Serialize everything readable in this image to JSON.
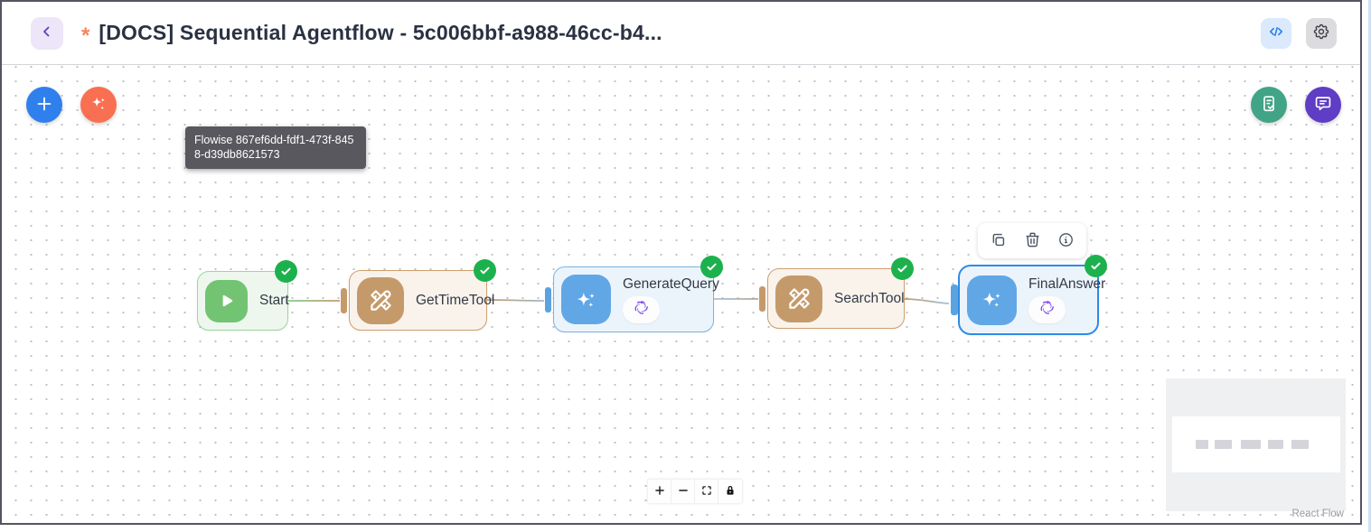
{
  "header": {
    "back_icon": "chevron-left",
    "dirty_marker": "*",
    "title": "[DOCS] Sequential Agentflow - 5c006bbf-a988-46cc-b4...",
    "code_button_icon": "code-brackets",
    "settings_button_icon": "gear"
  },
  "canvas": {
    "fab_add_icon": "plus",
    "fab_assistant_icon": "sparkles",
    "fab_save_icon": "document-check",
    "fab_chat_icon": "chat-bubble",
    "tooltip_text": "Flowise 867ef6dd-fdf1-473f-8458-d39db8621573"
  },
  "nodes": [
    {
      "label": "Start",
      "type": "start",
      "icon": "play",
      "status": "success"
    },
    {
      "label": "GetTimeTool",
      "type": "tool",
      "icon": "tools",
      "status": "success"
    },
    {
      "label": "GenerateQuery",
      "type": "agent",
      "icon": "sparkles",
      "status": "success",
      "model_logo": "purple-swirl"
    },
    {
      "label": "SearchTool",
      "type": "tool",
      "icon": "tools",
      "status": "success"
    },
    {
      "label": "FinalAnswer",
      "type": "agent",
      "icon": "sparkles",
      "status": "success",
      "model_logo": "purple-swirl",
      "selected": true
    }
  ],
  "edges": [
    {
      "from": "Start",
      "to": "GetTimeTool"
    },
    {
      "from": "GetTimeTool",
      "to": "GenerateQuery"
    },
    {
      "from": "GenerateQuery",
      "to": "SearchTool"
    },
    {
      "from": "SearchTool",
      "to": "FinalAnswer"
    }
  ],
  "node_toolbar": {
    "actions": [
      "duplicate",
      "delete",
      "info"
    ]
  },
  "controls": {
    "actions": [
      "zoom-in",
      "zoom-out",
      "fit-view",
      "lock"
    ]
  },
  "minimap": {
    "node_count": 5
  },
  "attribution": "React Flow",
  "colors": {
    "accent_blue": "#2f80ed",
    "fab_assistant": "#f96f52",
    "fab_save": "#41a486",
    "fab_chat": "#5f3dc4",
    "node_start": "#72c472",
    "node_tool": "#c59a6b",
    "node_agent": "#61a7e6",
    "status_success": "#1db14e",
    "model_logo_purple": "#8b5cf6",
    "edge_tan": "#c59a6b",
    "edge_blue_gray": "#a5c3de"
  }
}
